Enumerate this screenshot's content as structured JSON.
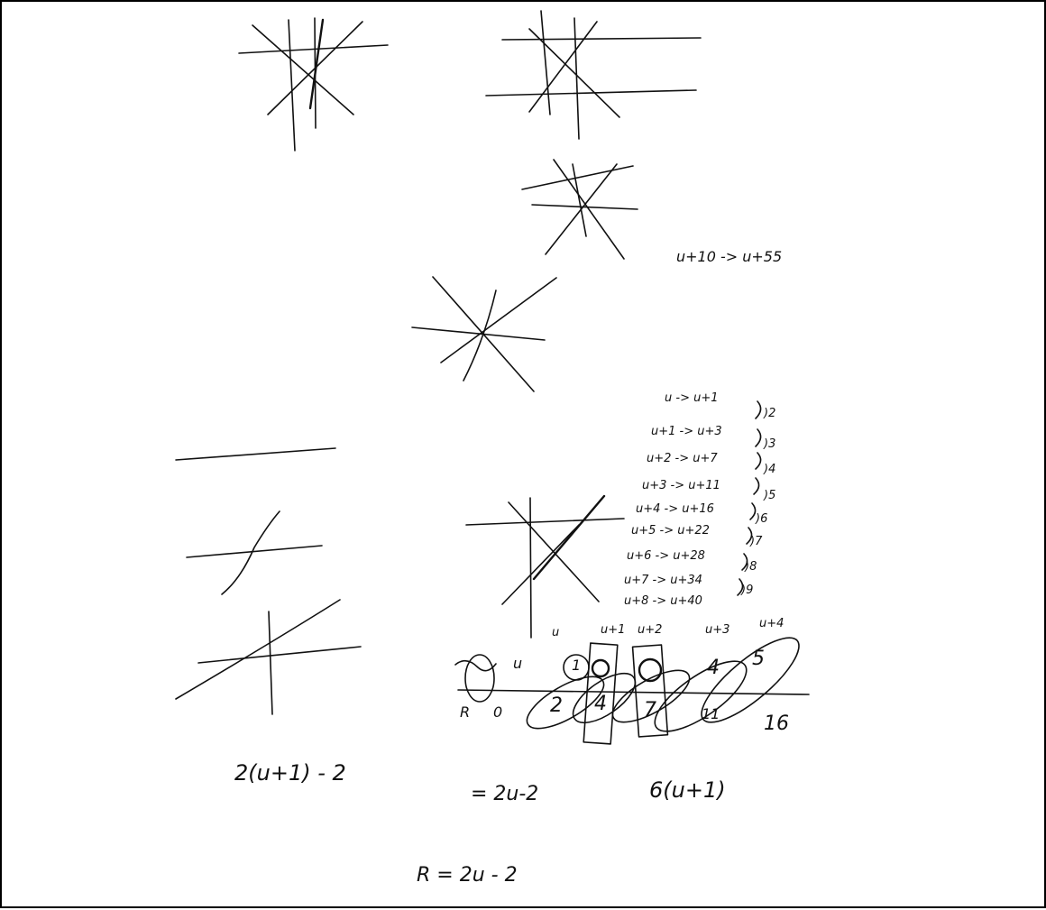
{
  "document": {
    "notes": {
      "edge_rule": "u+10 -> u+55",
      "progression": [
        {
          "lhs": "u -> u+1",
          "step": ")2"
        },
        {
          "lhs": "u+1 -> u+3",
          "step": ")3"
        },
        {
          "lhs": "u+2 -> u+7",
          "step": ")4"
        },
        {
          "lhs": "u+3 -> u+11",
          "step": ")5"
        },
        {
          "lhs": "u+4 -> u+16",
          "step": ")6"
        },
        {
          "lhs": "u+5 -> u+22",
          "step": ")7"
        },
        {
          "lhs": "u+6 -> u+28",
          "step": ")8"
        },
        {
          "lhs": "u+7 -> u+34",
          "step": ")9"
        },
        {
          "lhs": "u+8 -> u+40",
          "step": ""
        }
      ],
      "table": {
        "header": [
          "u",
          "u+1",
          "u+2",
          "u+3",
          "u+4"
        ],
        "row1_label": "u",
        "row1": [
          "1",
          "",
          "",
          "4",
          "5"
        ],
        "row2_label": "R",
        "row2": [
          "0",
          "2",
          "4",
          "7",
          "11"
        ],
        "trailing": "16"
      },
      "formula_a": "2(u+1) - 2",
      "formula_b": "= 2u-2",
      "formula_c": "R = 2u - 2",
      "scribble": "6(u+1)"
    }
  }
}
